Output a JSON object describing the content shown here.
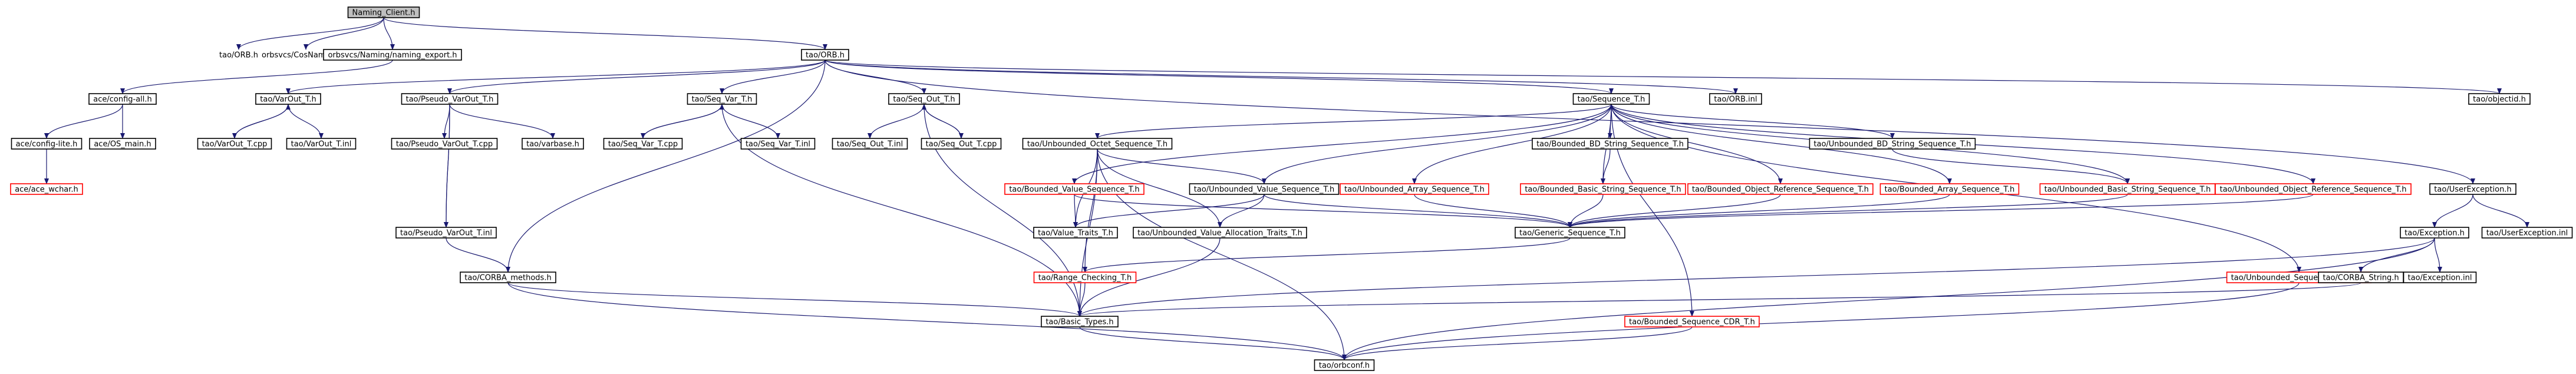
{
  "colors": {
    "edge": "#191970",
    "node_border": "#000000",
    "missing_node_border": "#ff0000",
    "root_fill": "#bfbfbf",
    "node_fill": "#ffffff"
  },
  "nodes": [
    {
      "id": "root",
      "label": "Naming_Client.h",
      "style": "root"
    },
    {
      "id": "orb_h",
      "label": "tao/ORB.h",
      "style": "plain"
    },
    {
      "id": "cosnaming",
      "label": "orbsvcs/CosNamingC.h",
      "style": "plain"
    },
    {
      "id": "naming_export",
      "label": "orbsvcs/Naming/naming_export.h",
      "style": "normal"
    },
    {
      "id": "tao_orb_h",
      "label": "tao/ORB.h",
      "style": "normal"
    },
    {
      "id": "config_all",
      "label": "ace/config-all.h",
      "style": "normal"
    },
    {
      "id": "varout_t",
      "label": "tao/VarOut_T.h",
      "style": "normal"
    },
    {
      "id": "pseudo_varout",
      "label": "tao/Pseudo_VarOut_T.h",
      "style": "normal"
    },
    {
      "id": "seq_var",
      "label": "tao/Seq_Var_T.h",
      "style": "normal"
    },
    {
      "id": "seq_out",
      "label": "tao/Seq_Out_T.h",
      "style": "normal"
    },
    {
      "id": "sequence_t",
      "label": "tao/Sequence_T.h",
      "style": "normal"
    },
    {
      "id": "orb_inl",
      "label": "tao/ORB.inl",
      "style": "normal"
    },
    {
      "id": "objectid",
      "label": "tao/objectid.h",
      "style": "normal"
    },
    {
      "id": "config_lite",
      "label": "ace/config-lite.h",
      "style": "normal"
    },
    {
      "id": "os_main",
      "label": "ace/OS_main.h",
      "style": "normal"
    },
    {
      "id": "ace_wchar",
      "label": "ace/ace_wchar.h",
      "style": "missing"
    },
    {
      "id": "varout_cpp",
      "label": "tao/VarOut_T.cpp",
      "style": "normal"
    },
    {
      "id": "varout_inl",
      "label": "tao/VarOut_T.inl",
      "style": "normal"
    },
    {
      "id": "pseudo_cpp",
      "label": "tao/Pseudo_VarOut_T.cpp",
      "style": "normal"
    },
    {
      "id": "varbase",
      "label": "tao/varbase.h",
      "style": "normal"
    },
    {
      "id": "seq_var_cpp",
      "label": "tao/Seq_Var_T.cpp",
      "style": "normal"
    },
    {
      "id": "seq_var_inl",
      "label": "tao/Seq_Var_T.inl",
      "style": "normal"
    },
    {
      "id": "seq_out_inl",
      "label": "tao/Seq_Out_T.inl",
      "style": "normal"
    },
    {
      "id": "seq_out_cpp",
      "label": "tao/Seq_Out_T.cpp",
      "style": "normal"
    },
    {
      "id": "unb_octet",
      "label": "tao/Unbounded_Octet_Sequence_T.h",
      "style": "normal"
    },
    {
      "id": "bounded_bd",
      "label": "tao/Bounded_BD_String_Sequence_T.h",
      "style": "normal"
    },
    {
      "id": "unbounded_bd",
      "label": "tao/Unbounded_BD_String_Sequence_T.h",
      "style": "normal"
    },
    {
      "id": "user_exc",
      "label": "tao/UserException.h",
      "style": "normal"
    },
    {
      "id": "bounded_value",
      "label": "tao/Bounded_Value_Sequence_T.h",
      "style": "missing"
    },
    {
      "id": "unbounded_value",
      "label": "tao/Unbounded_Value_Sequence_T.h",
      "style": "normal"
    },
    {
      "id": "unbounded_array",
      "label": "tao/Unbounded_Array_Sequence_T.h",
      "style": "missing"
    },
    {
      "id": "bounded_basic_str",
      "label": "tao/Bounded_Basic_String_Sequence_T.h",
      "style": "missing"
    },
    {
      "id": "bounded_obj_ref",
      "label": "tao/Bounded_Object_Reference_Sequence_T.h",
      "style": "missing"
    },
    {
      "id": "bounded_array",
      "label": "tao/Bounded_Array_Sequence_T.h",
      "style": "missing"
    },
    {
      "id": "unbounded_basic_str",
      "label": "tao/Unbounded_Basic_String_Sequence_T.h",
      "style": "missing"
    },
    {
      "id": "unbounded_obj_ref",
      "label": "tao/Unbounded_Object_Reference_Sequence_T.h",
      "style": "missing"
    },
    {
      "id": "pseudo_inl",
      "label": "tao/Pseudo_VarOut_T.inl",
      "style": "normal"
    },
    {
      "id": "value_traits",
      "label": "tao/Value_Traits_T.h",
      "style": "normal"
    },
    {
      "id": "unb_value_alloc",
      "label": "tao/Unbounded_Value_Allocation_Traits_T.h",
      "style": "normal"
    },
    {
      "id": "generic_seq",
      "label": "tao/Generic_Sequence_T.h",
      "style": "normal"
    },
    {
      "id": "exception_h",
      "label": "tao/Exception.h",
      "style": "normal"
    },
    {
      "id": "user_exc_inl",
      "label": "tao/UserException.inl",
      "style": "normal"
    },
    {
      "id": "unb_seq_cdr",
      "label": "tao/Unbounded_Sequence_CDR_T.h",
      "style": "missing"
    },
    {
      "id": "corba_methods",
      "label": "tao/CORBA_methods.h",
      "style": "normal"
    },
    {
      "id": "range_check",
      "label": "tao/Range_Checking_T.h",
      "style": "missing"
    },
    {
      "id": "corba_string",
      "label": "tao/CORBA_String.h",
      "style": "normal"
    },
    {
      "id": "exception_inl",
      "label": "tao/Exception.inl",
      "style": "normal"
    },
    {
      "id": "basic_types",
      "label": "tao/Basic_Types.h",
      "style": "normal"
    },
    {
      "id": "bounded_seq_cdr",
      "label": "tao/Bounded_Sequence_CDR_T.h",
      "style": "missing"
    },
    {
      "id": "orbconf",
      "label": "tao/orbconf.h",
      "style": "normal"
    }
  ]
}
